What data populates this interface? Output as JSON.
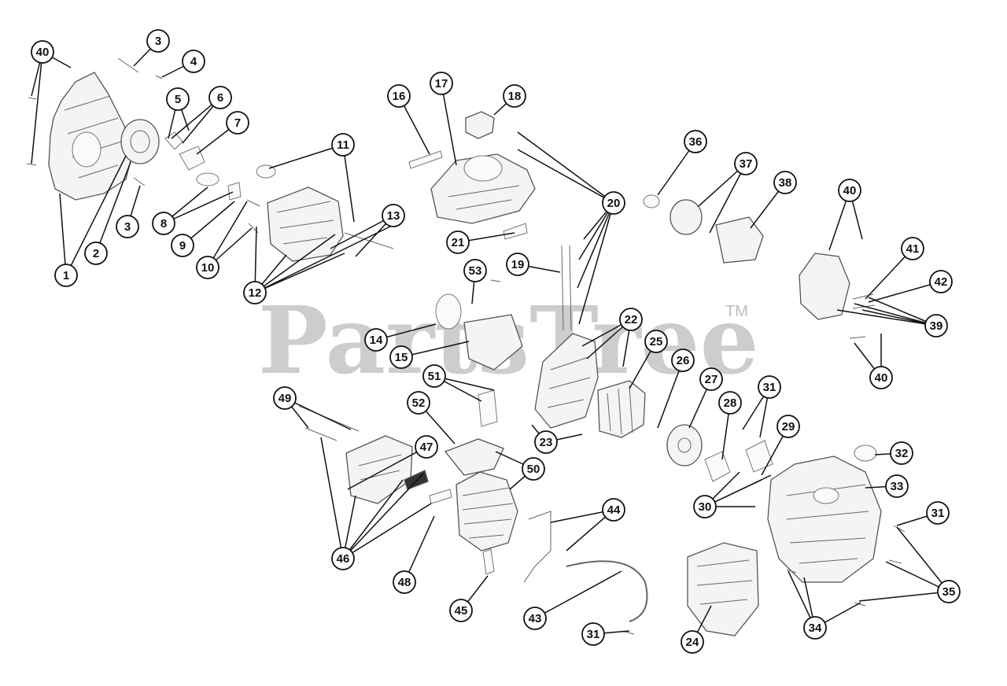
{
  "watermark": {
    "brand": "PartsTree",
    "trademark": "TM"
  },
  "callouts": [
    {
      "id": "c40a",
      "label": "40"
    },
    {
      "id": "c3a",
      "label": "3"
    },
    {
      "id": "c4",
      "label": "4"
    },
    {
      "id": "c5",
      "label": "5"
    },
    {
      "id": "c6",
      "label": "6"
    },
    {
      "id": "c7",
      "label": "7"
    },
    {
      "id": "c1",
      "label": "1"
    },
    {
      "id": "c2",
      "label": "2"
    },
    {
      "id": "c3b",
      "label": "3"
    },
    {
      "id": "c8",
      "label": "8"
    },
    {
      "id": "c9",
      "label": "9"
    },
    {
      "id": "c10",
      "label": "10"
    },
    {
      "id": "c11",
      "label": "11"
    },
    {
      "id": "c12",
      "label": "12"
    },
    {
      "id": "c13",
      "label": "13"
    },
    {
      "id": "c16",
      "label": "16"
    },
    {
      "id": "c17",
      "label": "17"
    },
    {
      "id": "c18",
      "label": "18"
    },
    {
      "id": "c20",
      "label": "20"
    },
    {
      "id": "c21",
      "label": "21"
    },
    {
      "id": "c19",
      "label": "19"
    },
    {
      "id": "c53",
      "label": "53"
    },
    {
      "id": "c14",
      "label": "14"
    },
    {
      "id": "c15",
      "label": "15"
    },
    {
      "id": "c36",
      "label": "36"
    },
    {
      "id": "c37",
      "label": "37"
    },
    {
      "id": "c38",
      "label": "38"
    },
    {
      "id": "c40b",
      "label": "40"
    },
    {
      "id": "c41",
      "label": "41"
    },
    {
      "id": "c42",
      "label": "42"
    },
    {
      "id": "c39",
      "label": "39"
    },
    {
      "id": "c40c",
      "label": "40"
    },
    {
      "id": "c22",
      "label": "22"
    },
    {
      "id": "c25",
      "label": "25"
    },
    {
      "id": "c26",
      "label": "26"
    },
    {
      "id": "c27",
      "label": "27"
    },
    {
      "id": "c51",
      "label": "51"
    },
    {
      "id": "c52",
      "label": "52"
    },
    {
      "id": "c49",
      "label": "49"
    },
    {
      "id": "c23",
      "label": "23"
    },
    {
      "id": "c28",
      "label": "28"
    },
    {
      "id": "c31a",
      "label": "31"
    },
    {
      "id": "c29",
      "label": "29"
    },
    {
      "id": "c47",
      "label": "47"
    },
    {
      "id": "c50",
      "label": "50"
    },
    {
      "id": "c32",
      "label": "32"
    },
    {
      "id": "c33",
      "label": "33"
    },
    {
      "id": "c30",
      "label": "30"
    },
    {
      "id": "c44",
      "label": "44"
    },
    {
      "id": "c31b",
      "label": "31"
    },
    {
      "id": "c46",
      "label": "46"
    },
    {
      "id": "c48",
      "label": "48"
    },
    {
      "id": "c35",
      "label": "35"
    },
    {
      "id": "c45",
      "label": "45"
    },
    {
      "id": "c43",
      "label": "43"
    },
    {
      "id": "c34",
      "label": "34"
    },
    {
      "id": "c31c",
      "label": "31"
    },
    {
      "id": "c24",
      "label": "24"
    }
  ]
}
